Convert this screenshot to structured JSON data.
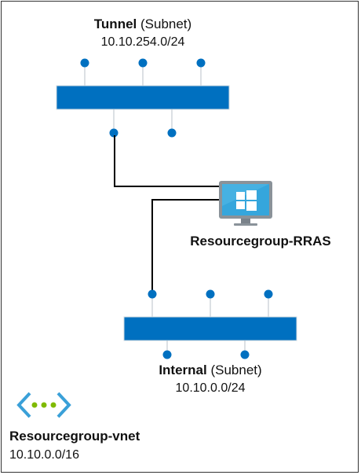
{
  "tunnel": {
    "name": "Tunnel",
    "type": "(Subnet)",
    "address": "10.10.254.0/24"
  },
  "rras": {
    "name": "Resourcegroup-RRAS",
    "icon": "windows-vm-monitor-icon"
  },
  "internal": {
    "name": "Internal",
    "type": "(Subnet)",
    "address": "10.10.0.0/24"
  },
  "vnet": {
    "name": "Resourcegroup-vnet",
    "address": "10.10.0.0/16",
    "icon": "virtual-network-icon"
  },
  "colors": {
    "subnet_bar": "#0070c0",
    "port_dot": "#0070c0",
    "connector": "#000000",
    "monitor_frame": "#8a9299",
    "monitor_screen": "#35a6dc",
    "windows_logo": "#ffffff",
    "vnet_chevron": "#3aa0d8",
    "vnet_dots": "#7fba00"
  }
}
